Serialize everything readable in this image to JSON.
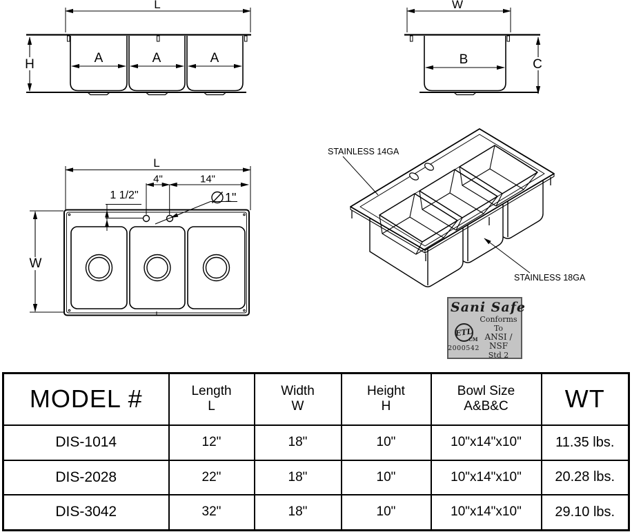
{
  "colors": {
    "ink": "#000000",
    "background": "#ffffff",
    "stamp_background": "#c4c4c4",
    "stamp_border": "#5a5a5a",
    "stamp_ink": "#1c1c1c"
  },
  "front_view": {
    "length_label": "L",
    "height_label": "H",
    "bowl_width_labels": [
      "A",
      "A",
      "A"
    ]
  },
  "side_view": {
    "width_label": "W",
    "bowl_label": "B",
    "depth_label": "C"
  },
  "top_view": {
    "length_label": "L",
    "width_label": "W",
    "faucet_hole_spacing": "4\"",
    "hole_to_edge": "14\"",
    "hole_center_offset": "1 1/2\"",
    "hole_diameter_symbol": "⌀",
    "hole_diameter": "1\""
  },
  "isometric_view": {
    "rim_material_label": "STAINLESS 14GA",
    "bowl_material_label": "STAINLESS 18GA"
  },
  "stamp": {
    "brand": "Sani Safe",
    "etl_mark": "ETL",
    "etl_cm": "CM",
    "certificate_number": "2000542",
    "conforms_line1": "Conforms To",
    "conforms_line2": "ANSI / NSF",
    "conforms_line3": "Std 2"
  },
  "table": {
    "headers": [
      {
        "title": "MODEL #",
        "sub": ""
      },
      {
        "title": "Length",
        "sub": "L"
      },
      {
        "title": "Width",
        "sub": "W"
      },
      {
        "title": "Height",
        "sub": "H"
      },
      {
        "title": "Bowl Size",
        "sub": "A&B&C"
      },
      {
        "title": "WT",
        "sub": ""
      }
    ],
    "rows": [
      {
        "model": "DIS-1014",
        "length": "12\"",
        "width": "18\"",
        "height": "10\"",
        "bowl_size": "10\"x14\"x10\"",
        "weight": "11.35 lbs."
      },
      {
        "model": "DIS-2028",
        "length": "22\"",
        "width": "18\"",
        "height": "10\"",
        "bowl_size": "10\"x14\"x10\"",
        "weight": "20.28 lbs."
      },
      {
        "model": "DIS-3042",
        "length": "32\"",
        "width": "18\"",
        "height": "10\"",
        "bowl_size": "10\"x14\"x10\"",
        "weight": "29.10 lbs."
      }
    ]
  }
}
